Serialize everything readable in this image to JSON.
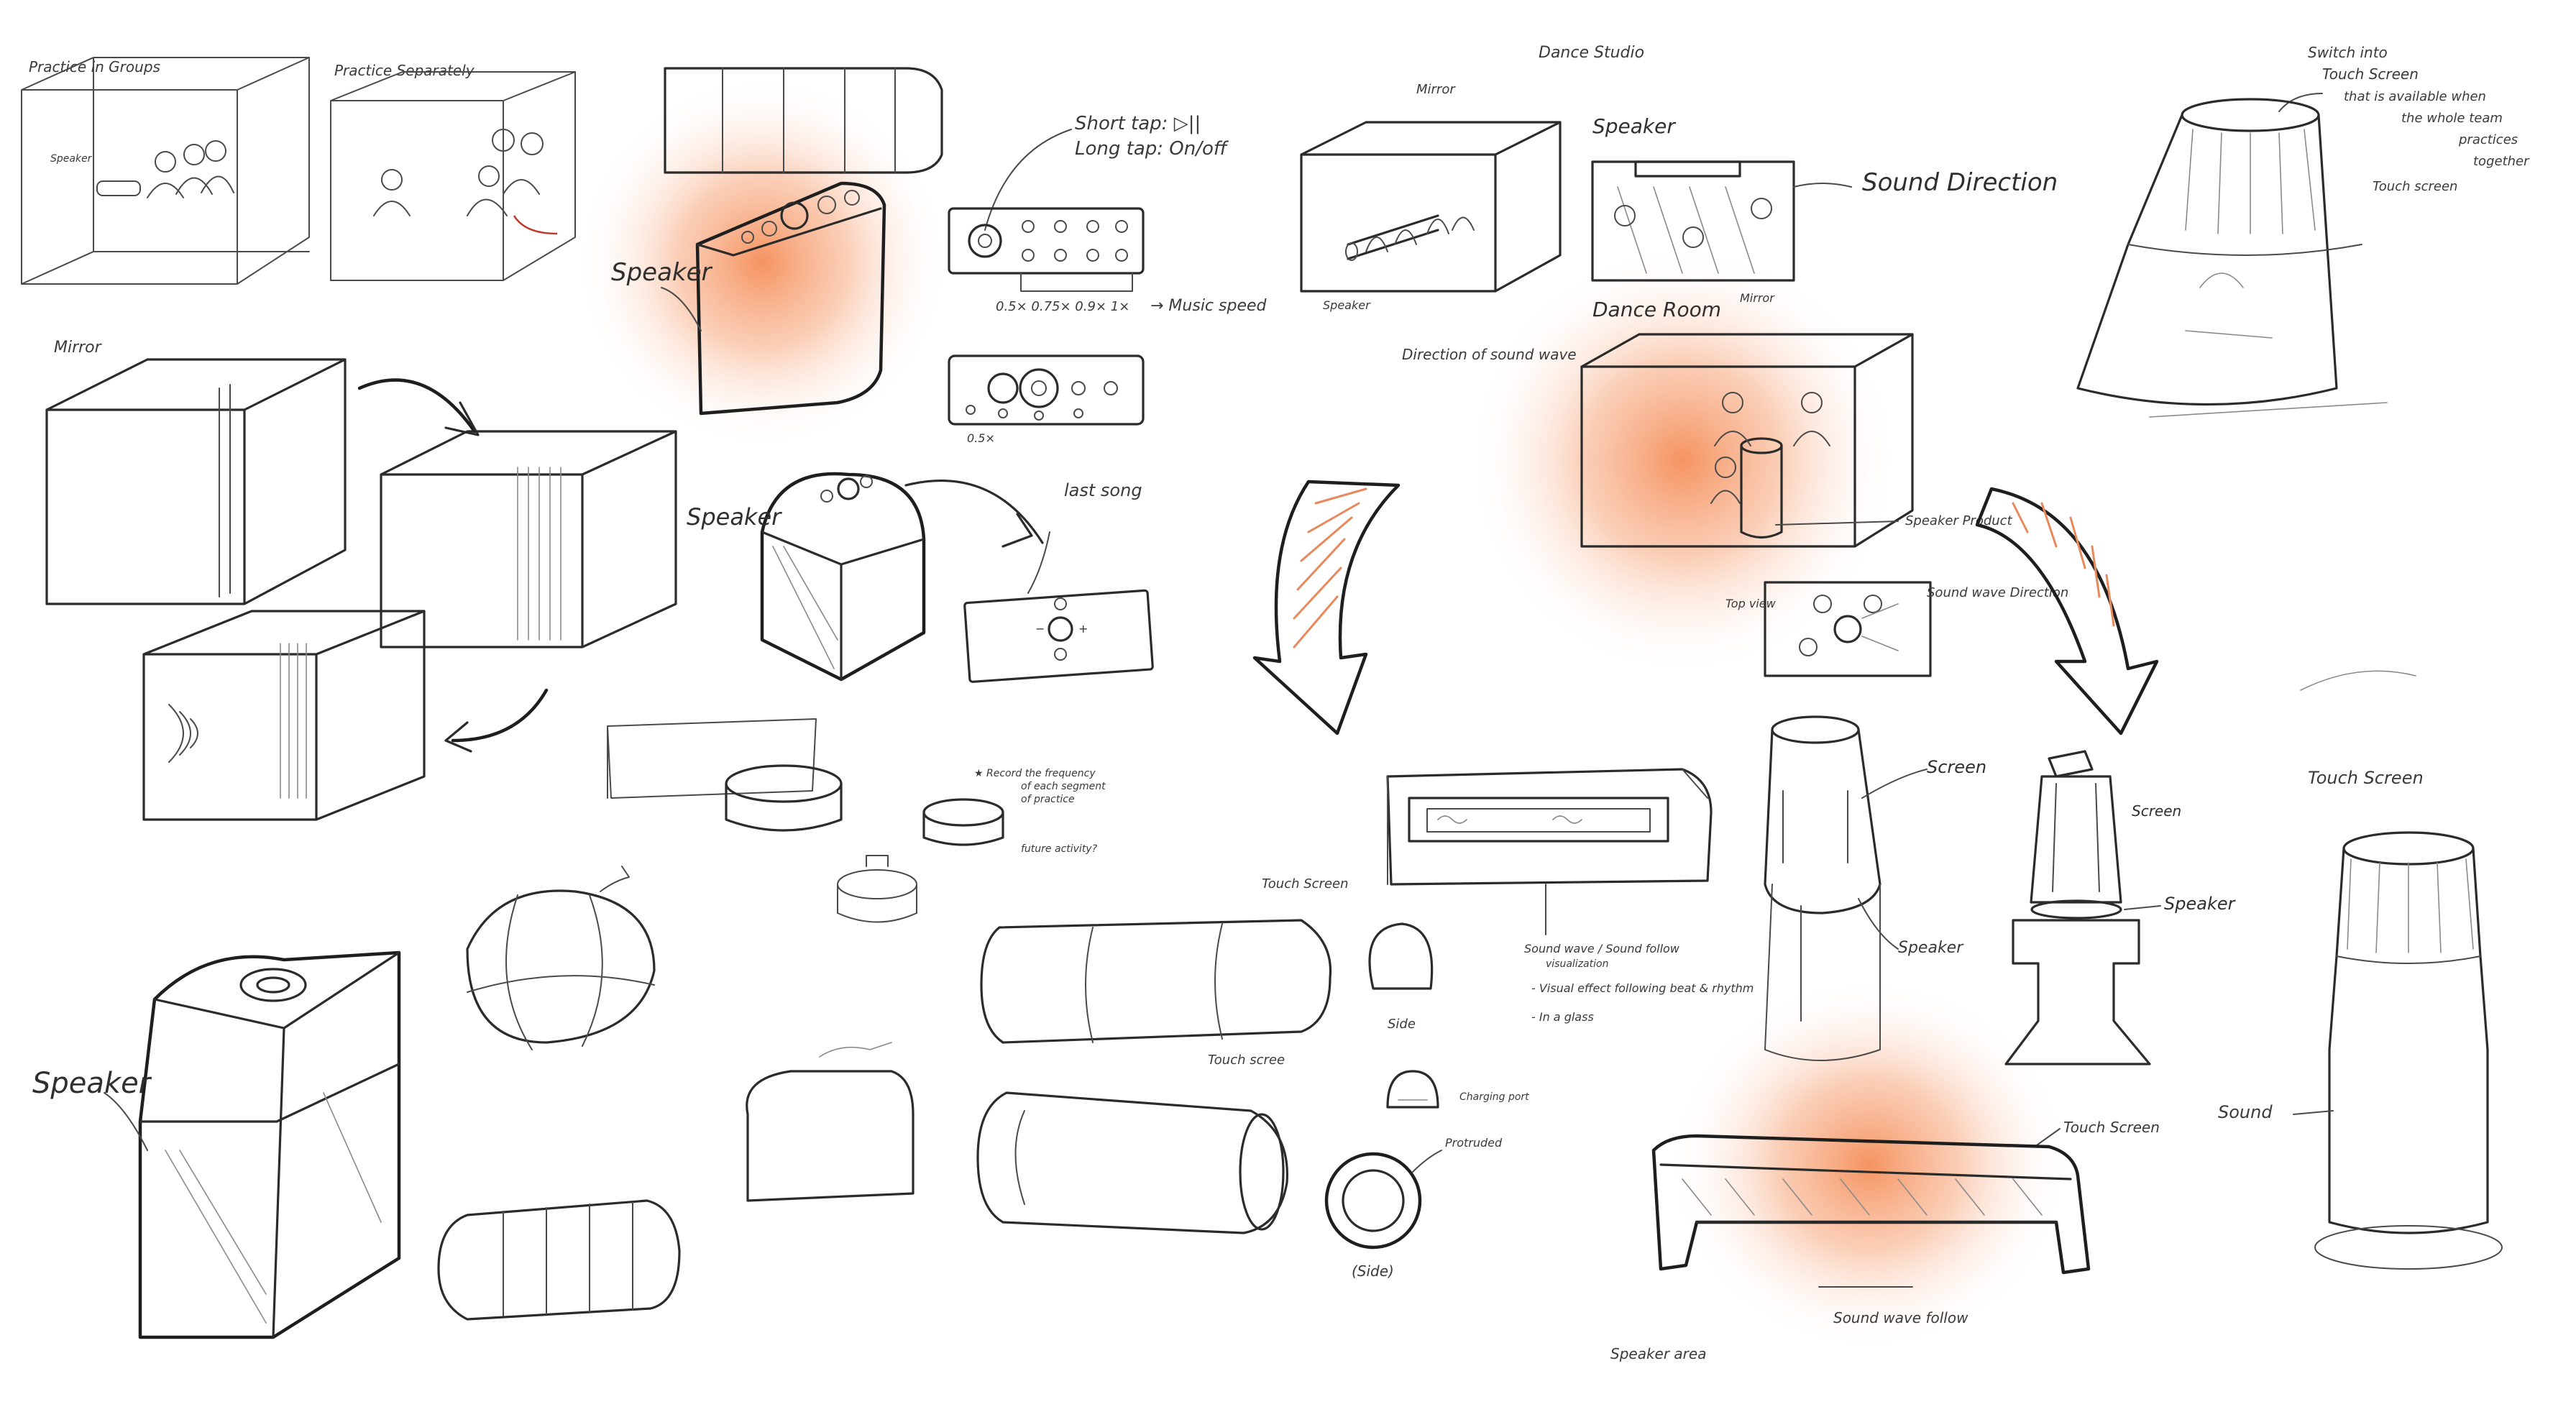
{
  "sheet": {
    "accent_color": "#f4874f",
    "ink_color": "#2b2b2b",
    "labels": {
      "practice_in_groups": "Practice in Groups",
      "practice_separately": "Practice Separately",
      "speaker_small": "Speaker",
      "mirror_left": "Mirror",
      "speaker_top": "Speaker",
      "short_tap": "Short tap: ▷||",
      "long_tap": "Long tap: On/off",
      "speed_values": "0.5× 0.75× 0.9× 1×",
      "music_speed": "→ Music speed",
      "speed_small": "0.5×",
      "speaker_round": "Speaker",
      "last_song": "last song",
      "mirror_studio": "Mirror",
      "dance_studio": "Dance Studio",
      "speaker_studio": "Speaker",
      "direction_sound_wave": "Direction of sound wave",
      "speaker_room": "Speaker",
      "sound_direction": "Sound Direction",
      "dance_room": "Dance Room",
      "mirror_room": "Mirror",
      "speaker_product": "Speaker Product",
      "top_view": "Top view",
      "sound_wave_direction": "Sound wave Direction",
      "switch_note_1": "Switch into",
      "switch_note_2": "Touch Screen",
      "switch_note_3": "that is available when",
      "switch_note_4": "the whole team",
      "switch_note_5": "practices",
      "switch_note_6": "together",
      "touch_screen_right": "Touch screen",
      "record_note_1": "★ Record the frequency",
      "record_note_2": "of each segment",
      "record_note_3": "of practice",
      "record_note_4": "future activity?",
      "touch_screen_mid": "Touch Screen",
      "side": "Side",
      "touch_screen_tube": "Touch scree",
      "charging_port": "Charging port",
      "protruded": "Protruded",
      "side_paren": "(Side)",
      "sound_wave_follow": "Sound wave / Sound follow",
      "visualization": "visualization",
      "visual_effect": "- Visual effect following beat & rhythm",
      "in_a_glass": "- In a glass",
      "screen_1": "Screen",
      "screen_2": "Screen",
      "speaker_tower": "Speaker",
      "speaker_tall": "Speaker",
      "touch_screen_bottle": "Touch Screen",
      "sound_bottle": "Sound",
      "touch_screen_bench": "Touch Screen",
      "speaker_area": "Speaker area",
      "sound_wave_follow_bench": "Sound wave follow",
      "speaker_big": "Speaker"
    }
  }
}
